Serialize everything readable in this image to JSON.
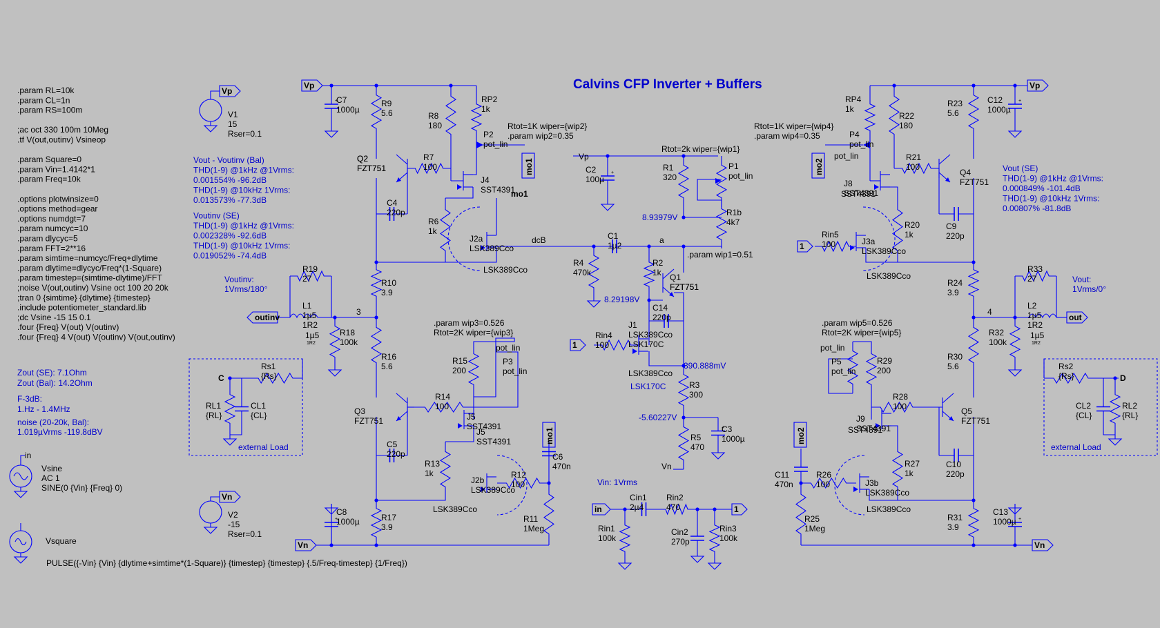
{
  "title": "Calvins CFP Inverter + Buffers",
  "directives": [
    ".param RL=10k",
    ".param CL=1n",
    ".param RS=100m",
    "",
    ";ac oct 330 100m 10Meg",
    ".tf V(out,outinv) Vsineop",
    "",
    ".param Square=0",
    ".param Vin=1.4142*1",
    ".param Freq=10k",
    "",
    ".options plotwinsize=0",
    ".options method=gear",
    ".options numdgt=7",
    ".param numcyc=10",
    ".param dlycyc=5",
    ".param FFT=2**16",
    ".param simtime=numcyc/Freq+dlytime",
    ".param dlytime=dlycyc/Freq*(1-Square)",
    ".param timestep=(simtime-dlytime)/FFT",
    ";noise V(out,outinv) Vsine oct 100 20 20k",
    ";tran 0 {simtime} {dlytime} {timestep}",
    ".include potentiometer_standard.lib",
    ";dc Vsine -15 15 0.1",
    ".four {Freq} V(out) V(outinv)",
    ".four {Freq} 4 V(out) V(outinv) V(out,outinv)"
  ],
  "results_left": [
    "Vout - Voutinv (Bal)",
    "THD(1-9) @1kHz @1Vrms:",
    "0.001554% -96.2dB",
    "THD(1-9) @10kHz 1Vrms:",
    "0.013573% -77.3dB",
    "Voutinv (SE)",
    "THD(1-9) @1kHz @1Vrms:",
    "0.002328% -92.6dB",
    "THD(1-9) @10kHz 1Vrms:",
    "0.019052% -74.4dB"
  ],
  "results_right": [
    "Vout (SE)",
    "THD(1-9) @1kHz @1Vrms:",
    "0.000849% -101.4dB",
    "THD(1-9) @10kHz 1Vrms:",
    "0.00807% -81.8dB"
  ],
  "zout": [
    "Zout (SE):  7.1Ohm",
    "Zout (Bal): 14.2Ohm"
  ],
  "f3db": [
    "F-3dB:",
    "1.Hz - 1.4MHz"
  ],
  "noise": [
    "noise (20-20k, Bal):",
    "1.019µVrms  -119.8dBV"
  ],
  "voutinv_note": [
    "Voutinv:",
    "1Vrms/180°"
  ],
  "vout_note": [
    "Vout:",
    "1Vrms/0°"
  ],
  "vin_note": "Vin: 1Vrms",
  "pulse": "PULSE({-Vin} {Vin} {dlytime+simtime*(1-Square)} {timestep} {timestep} {.5/Freq-timestep} {1/Freq})",
  "sources": {
    "v1": [
      "V1",
      "15",
      "Rser=0.1"
    ],
    "v2": [
      "V2",
      "-15",
      "Rser=0.1"
    ],
    "vsine": [
      "Vsine",
      "AC 1",
      "SINE(0 {Vin} {Freq} 0)"
    ],
    "vsquare": "Vsquare",
    "in_label": "in"
  },
  "nets": {
    "vp": "Vp",
    "vn": "Vn",
    "outinv": "outinv",
    "out": "out",
    "in": "in",
    "mo1": "mo1",
    "mo2": "mo2",
    "one": "1",
    "n3": "3",
    "n4": "4",
    "dcB": "dcB",
    "a": "a",
    "C": "C",
    "D": "D"
  },
  "probes": {
    "v1": "8.93979V",
    "v2": "8.29198V",
    "v3": "390.888mV",
    "v4": "-5.60227V"
  },
  "params": {
    "p2": [
      "Rtot=1K wiper={wip2}",
      ".param wip2=0.35"
    ],
    "p4": [
      "Rtot=1K wiper={wip4}",
      ".param wip4=0.35"
    ],
    "p1": "Rtot=2k wiper={wip1}",
    "wip1": ".param wip1=0.51",
    "p3": [
      ".param wip3=0.526",
      "Rtot=2K wiper={wip3}"
    ],
    "p5": [
      ".param wip5=0.526",
      "Rtot=2K wiper={wip5}"
    ]
  },
  "ext_load": "external Load",
  "parts": {
    "C7": [
      "C7",
      "1000µ"
    ],
    "R9": [
      "R9",
      "5.6"
    ],
    "R8": [
      "R8",
      "180"
    ],
    "RP2": [
      "RP2",
      "1k"
    ],
    "P2": [
      "P2",
      "pot_lin"
    ],
    "Q2": [
      "Q2",
      "FZT751"
    ],
    "R7": [
      "R7",
      "100"
    ],
    "J4": [
      "J4",
      "SST4391"
    ],
    "C4": [
      "C4",
      "220p"
    ],
    "R6": [
      "R6",
      "1k"
    ],
    "J2a": [
      "J2a",
      "LSK389Cco"
    ],
    "R10": [
      "R10",
      "3.9"
    ],
    "R19": [
      "R19",
      "27"
    ],
    "L1": [
      "L1",
      "1µ5",
      "1R2"
    ],
    "R18": [
      "R18",
      "100k"
    ],
    "R16": [
      "R16",
      "5.6"
    ],
    "R15": [
      "R15",
      "200"
    ],
    "P3": [
      "P3",
      "pot_lin"
    ],
    "Q3": [
      "Q3",
      "FZT751"
    ],
    "R14": [
      "R14",
      "100"
    ],
    "J5": [
      "J5",
      "SST4391"
    ],
    "C5": [
      "C5",
      "220p"
    ],
    "R13": [
      "R13",
      "1k"
    ],
    "J2b": [
      "J2b",
      "LSK389Cco"
    ],
    "R12": [
      "R12",
      "100"
    ],
    "C6": [
      "C6",
      "470n"
    ],
    "R11": [
      "R11",
      "1Meg"
    ],
    "C8": [
      "C8",
      "1000µ"
    ],
    "R17": [
      "R17",
      "3.9"
    ],
    "Rs1": [
      "Rs1",
      "{Rs}"
    ],
    "RL1": [
      "RL1",
      "{RL}"
    ],
    "CL1": [
      "CL1",
      "{CL}"
    ],
    "C2": [
      "C2",
      "100µ"
    ],
    "R1": [
      "R1",
      "320"
    ],
    "P1": [
      "P1",
      "pot_lin"
    ],
    "R1b": [
      "R1b",
      "4k7"
    ],
    "C1": [
      "C1",
      "1µ2"
    ],
    "R4": [
      "R4",
      "470k"
    ],
    "R2": [
      "R2",
      "1k"
    ],
    "Q1": [
      "Q1",
      "FZT751"
    ],
    "C14": [
      "C14",
      "220p"
    ],
    "J1": [
      "J1",
      "LSK389Cco",
      "LSK170C"
    ],
    "Rin4": [
      "Rin4",
      "100"
    ],
    "R3": [
      "R3",
      "300"
    ],
    "C3": [
      "C3",
      "1000µ"
    ],
    "R5": [
      "R5",
      "470"
    ],
    "Cin1": [
      "Cin1",
      "2µ4"
    ],
    "Rin2": [
      "Rin2",
      "470"
    ],
    "Rin1": [
      "Rin1",
      "100k"
    ],
    "Cin2": [
      "Cin2",
      "270p"
    ],
    "Rin3": [
      "Rin3",
      "100k"
    ],
    "RP4": [
      "RP4",
      "1k"
    ],
    "P4": [
      "P4",
      "pot_lin"
    ],
    "R22": [
      "R22",
      "180"
    ],
    "R23": [
      "R23",
      "5.6"
    ],
    "C12": [
      "C12",
      "1000µ"
    ],
    "R21": [
      "R21",
      "100"
    ],
    "Q4": [
      "Q4",
      "FZT751"
    ],
    "J8": [
      "J8",
      "SST4391"
    ],
    "C9": [
      "C9",
      "220p"
    ],
    "R20": [
      "R20",
      "1k"
    ],
    "Rin5": [
      "Rin5",
      "100"
    ],
    "J3a": [
      "J3a",
      "LSK389Cco"
    ],
    "R24": [
      "R24",
      "3.9"
    ],
    "R33": [
      "R33",
      "27"
    ],
    "L2": [
      "L2",
      "1µ5",
      "1R2"
    ],
    "R32": [
      "R32",
      "100k"
    ],
    "P5": [
      "P5",
      "pot_lin"
    ],
    "R29": [
      "R29",
      "200"
    ],
    "R30": [
      "R30",
      "5.6"
    ],
    "R28": [
      "R28",
      "100"
    ],
    "Q5": [
      "Q5",
      "FZT751"
    ],
    "J9": [
      "J9",
      "SST4391"
    ],
    "C10": [
      "C10",
      "220p"
    ],
    "C11": [
      "C11",
      "470n"
    ],
    "R26": [
      "R26",
      "100"
    ],
    "R27": [
      "R27",
      "1k"
    ],
    "J3b": [
      "J3b",
      "LSK389Cco"
    ],
    "R25": [
      "R25",
      "1Meg"
    ],
    "R31": [
      "R31",
      "3.9"
    ],
    "C13": [
      "C13",
      "1000µ"
    ],
    "Rs2": [
      "Rs2",
      "{Rs}"
    ],
    "CL2": [
      "CL2",
      "{CL}"
    ],
    "RL2": [
      "RL2",
      "{RL}"
    ]
  }
}
